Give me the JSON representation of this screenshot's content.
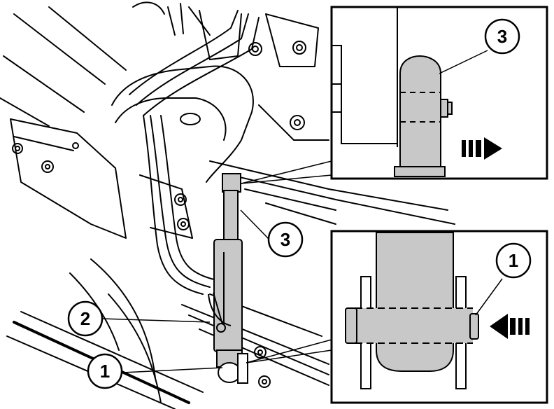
{
  "callouts": {
    "c1_main": "1",
    "c2_main": "2",
    "c3_main": "3",
    "c3_inset": "3",
    "c1_inset": "1"
  },
  "colors": {
    "line": "#000000",
    "part_fill": "#c8c8c8",
    "background": "#ffffff"
  },
  "icons": [
    "arrow-right-icon",
    "arrow-left-icon"
  ]
}
